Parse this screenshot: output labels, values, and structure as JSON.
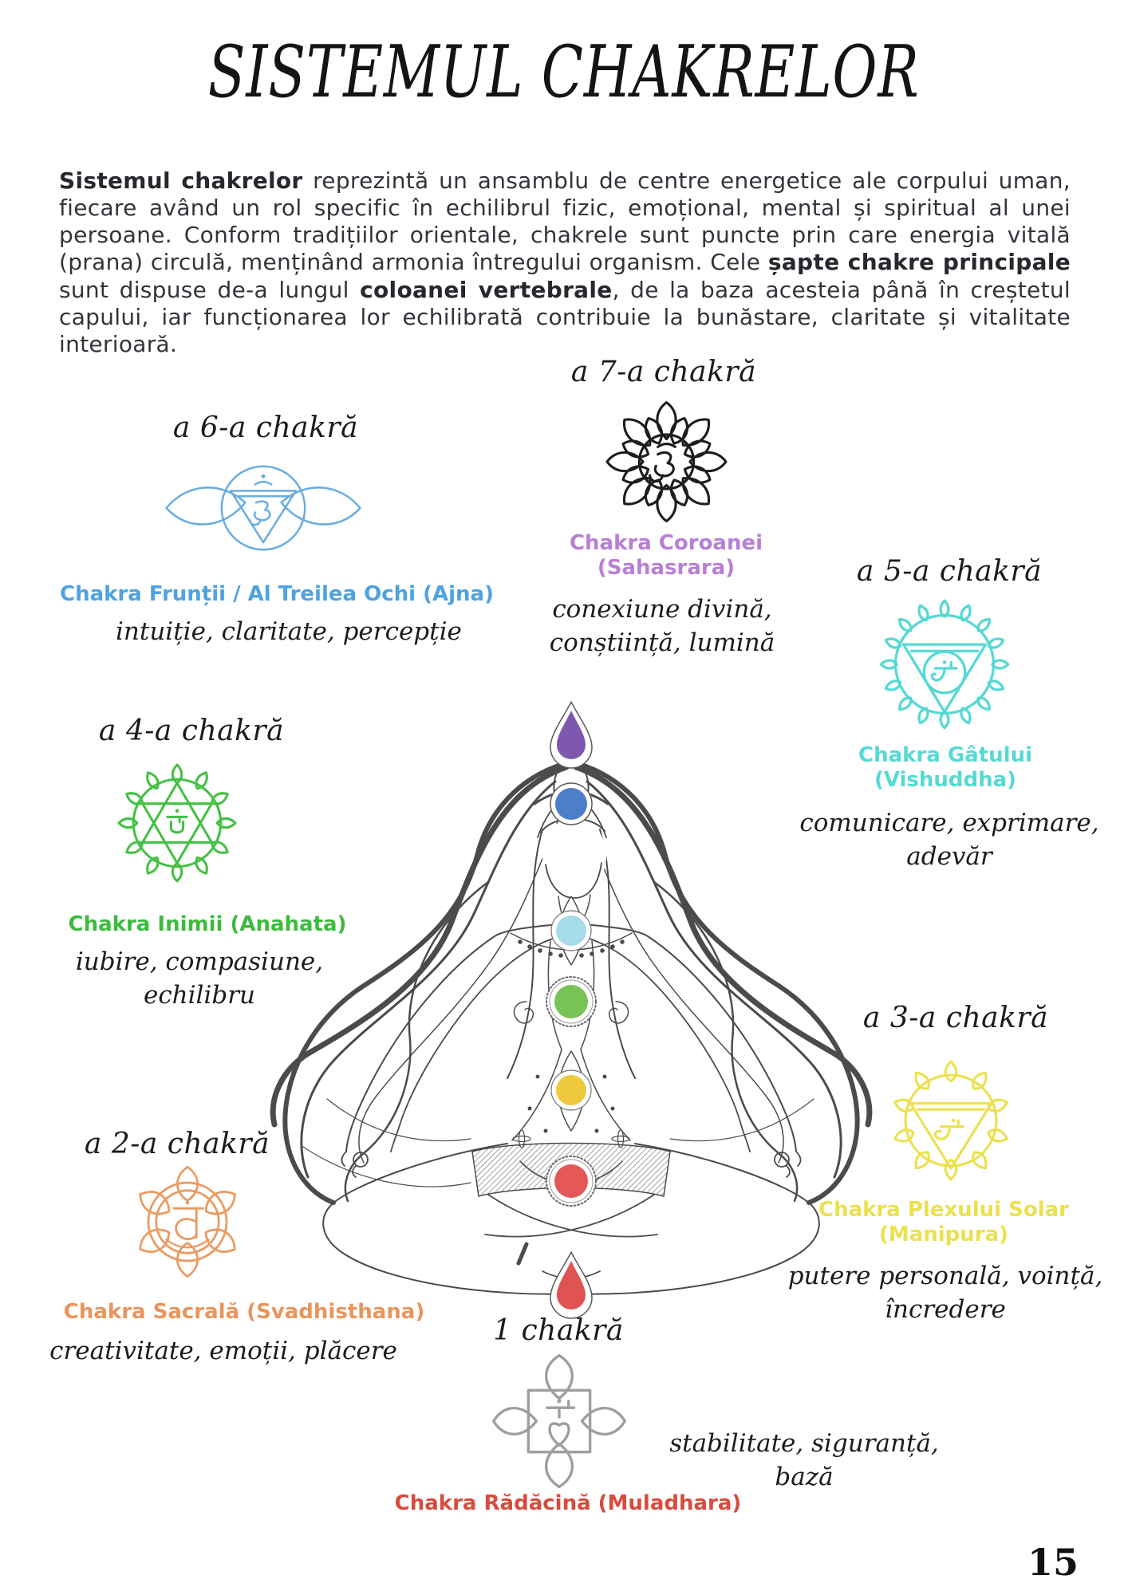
{
  "page": {
    "title": "SISTEMUL CHAKRELOR",
    "page_number": "15"
  },
  "intro": {
    "bold_1": "Sistemul chakrelor",
    "text_1": " reprezintă un ansamblu de centre energetice ale corpului uman, fiecare având un rol specific în echilibrul fizic, emoțional, mental și spiritual al unei persoane. Conform tradițiilor orientale, chakrele sunt puncte prin care energia vitală (prana) circulă, menținând armonia întregului organism. Cele ",
    "bold_2": "șapte chakre principale",
    "text_2": " sunt dispuse de-a lungul ",
    "bold_3": "coloanei vertebrale",
    "text_3": ", de la baza acesteia până în creștetul capului, iar funcționarea lor echilibrată contribuie la bunăstare, claritate și vitalitate interioară."
  },
  "chakras": [
    {
      "key": "crown",
      "ordinal": "a 7-a chakră",
      "name": "Chakra Coroanei",
      "sanskrit": "(Sahasrara)",
      "desc_line1": "conexiune divină,",
      "desc_line2": "conștiință, lumină",
      "symbol_color": "#1d1d1b",
      "label_color": "#b77fd6"
    },
    {
      "key": "third-eye",
      "ordinal": "a 6-a chakră",
      "name": "Chakra Frunții / Al Treilea Ochi (Ajna)",
      "sanskrit": "",
      "desc_line1": "intuiție, claritate, percepție",
      "desc_line2": "",
      "symbol_color": "#69ade1",
      "label_color": "#4da3e0"
    },
    {
      "key": "throat",
      "ordinal": "a 5-a chakră",
      "name": "Chakra Gâtului",
      "sanskrit": "(Vishuddha)",
      "desc_line1": "comunicare, exprimare,",
      "desc_line2": "adevăr",
      "symbol_color": "#57d9d3",
      "label_color": "#57d9d3"
    },
    {
      "key": "heart",
      "ordinal": "a 4-a chakră",
      "name": "Chakra Inimii (Anahata)",
      "sanskrit": "",
      "desc_line1": "iubire, compasiune,",
      "desc_line2": "echilibru",
      "symbol_color": "#43c043",
      "label_color": "#3dbb3d"
    },
    {
      "key": "solar-plexus",
      "ordinal": "a 3-a chakră",
      "name": "Chakra Plexului Solar",
      "sanskrit": "(Manipura)",
      "desc_line1": "putere personală, voință,",
      "desc_line2": "încredere",
      "symbol_color": "#ebe14d",
      "label_color": "#ebe14d"
    },
    {
      "key": "sacral",
      "ordinal": "a 2-a chakră",
      "name": "Chakra Sacrală (Svadhisthana)",
      "sanskrit": "",
      "desc_line1": "creativitate, emoții, plăcere",
      "desc_line2": "",
      "symbol_color": "#e99b62",
      "label_color": "#e9955c"
    },
    {
      "key": "root",
      "ordinal": "1 chakră",
      "name": "Chakra Rădăcină (Muladhara)",
      "sanskrit": "",
      "desc_line1": "stabilitate, siguranță,",
      "desc_line2": "bază",
      "symbol_color": "#9e9e9e",
      "label_color": "#d84b3d"
    }
  ],
  "figure": {
    "line_color": "#4b4b4b",
    "dots": {
      "crown": "#7e57ae",
      "third_eye": "#4d7ec8",
      "throat": "#a6dce9",
      "heart": "#77c455",
      "solar_plexus": "#eec93c",
      "sacral": "#e45858",
      "root": "#e05353"
    }
  }
}
